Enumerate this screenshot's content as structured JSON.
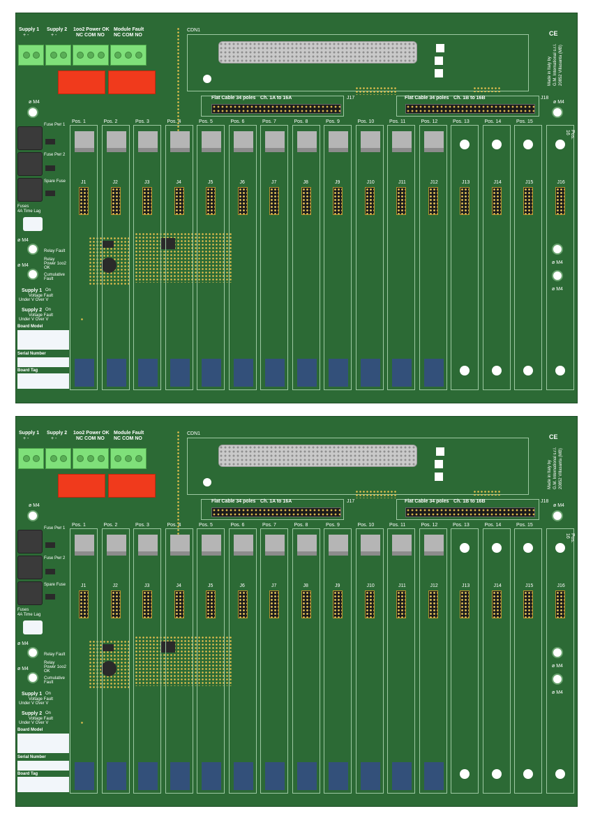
{
  "terminals": [
    {
      "title": "Supply 1",
      "sub": "+    -"
    },
    {
      "title": "Supply 2",
      "sub": "+    -"
    },
    {
      "title": "1oo2 Power OK",
      "sub": "NC COM NO"
    },
    {
      "title": "Module Fault",
      "sub": "NC COM NO"
    }
  ],
  "cdn1": "CDN1",
  "made_in": "Made in Italy by",
  "company": "G.M. International s.r.l.",
  "address": "20852 Villasanta (MB)",
  "ce": "CE",
  "mounting": "ø M4",
  "flat_a": "Flat Cable 34 poles",
  "flat_a_ch": "Ch. 1A to 16A",
  "flat_b": "Flat Cable 34 poles",
  "flat_b_ch": "Ch. 1B to 16B",
  "j17": "J17",
  "j18": "J18",
  "fuses": [
    "Fuse Pwr 1",
    "Fuse Pwr 2",
    "Spare Fuse"
  ],
  "fuse_note_1": "Fuses",
  "fuse_note_2": "4A Time Lag",
  "status": {
    "relay_fault": "Relay Fault",
    "relay_power_1": "Relay",
    "relay_power_2": "Power 1oo2",
    "relay_power_3": "OK",
    "cum_1": "Cumulative",
    "cum_2": "Fault",
    "supply1": "Supply 1",
    "supply2": "Supply 2",
    "on": "On",
    "vfault": "Voltage Fault",
    "under_over": "Under V  Over V"
  },
  "board_model": "Board Model",
  "serial_number": "Serial Number",
  "board_tag": "Board Tag",
  "positions": [
    "Pos. 1",
    "Pos. 2",
    "Pos. 3",
    "Pos. 4",
    "Pos. 5",
    "Pos. 6",
    "Pos. 7",
    "Pos. 8",
    "Pos. 9",
    "Pos. 10",
    "Pos. 11",
    "Pos. 12",
    "Pos. 13",
    "Pos. 14",
    "Pos. 15",
    "Pos. 16"
  ],
  "jacks": [
    "J1",
    "J2",
    "J3",
    "J4",
    "J5",
    "J6",
    "J7",
    "J8",
    "J9",
    "J10",
    "J11",
    "J12",
    "J13",
    "J14",
    "J15",
    "J16"
  ]
}
